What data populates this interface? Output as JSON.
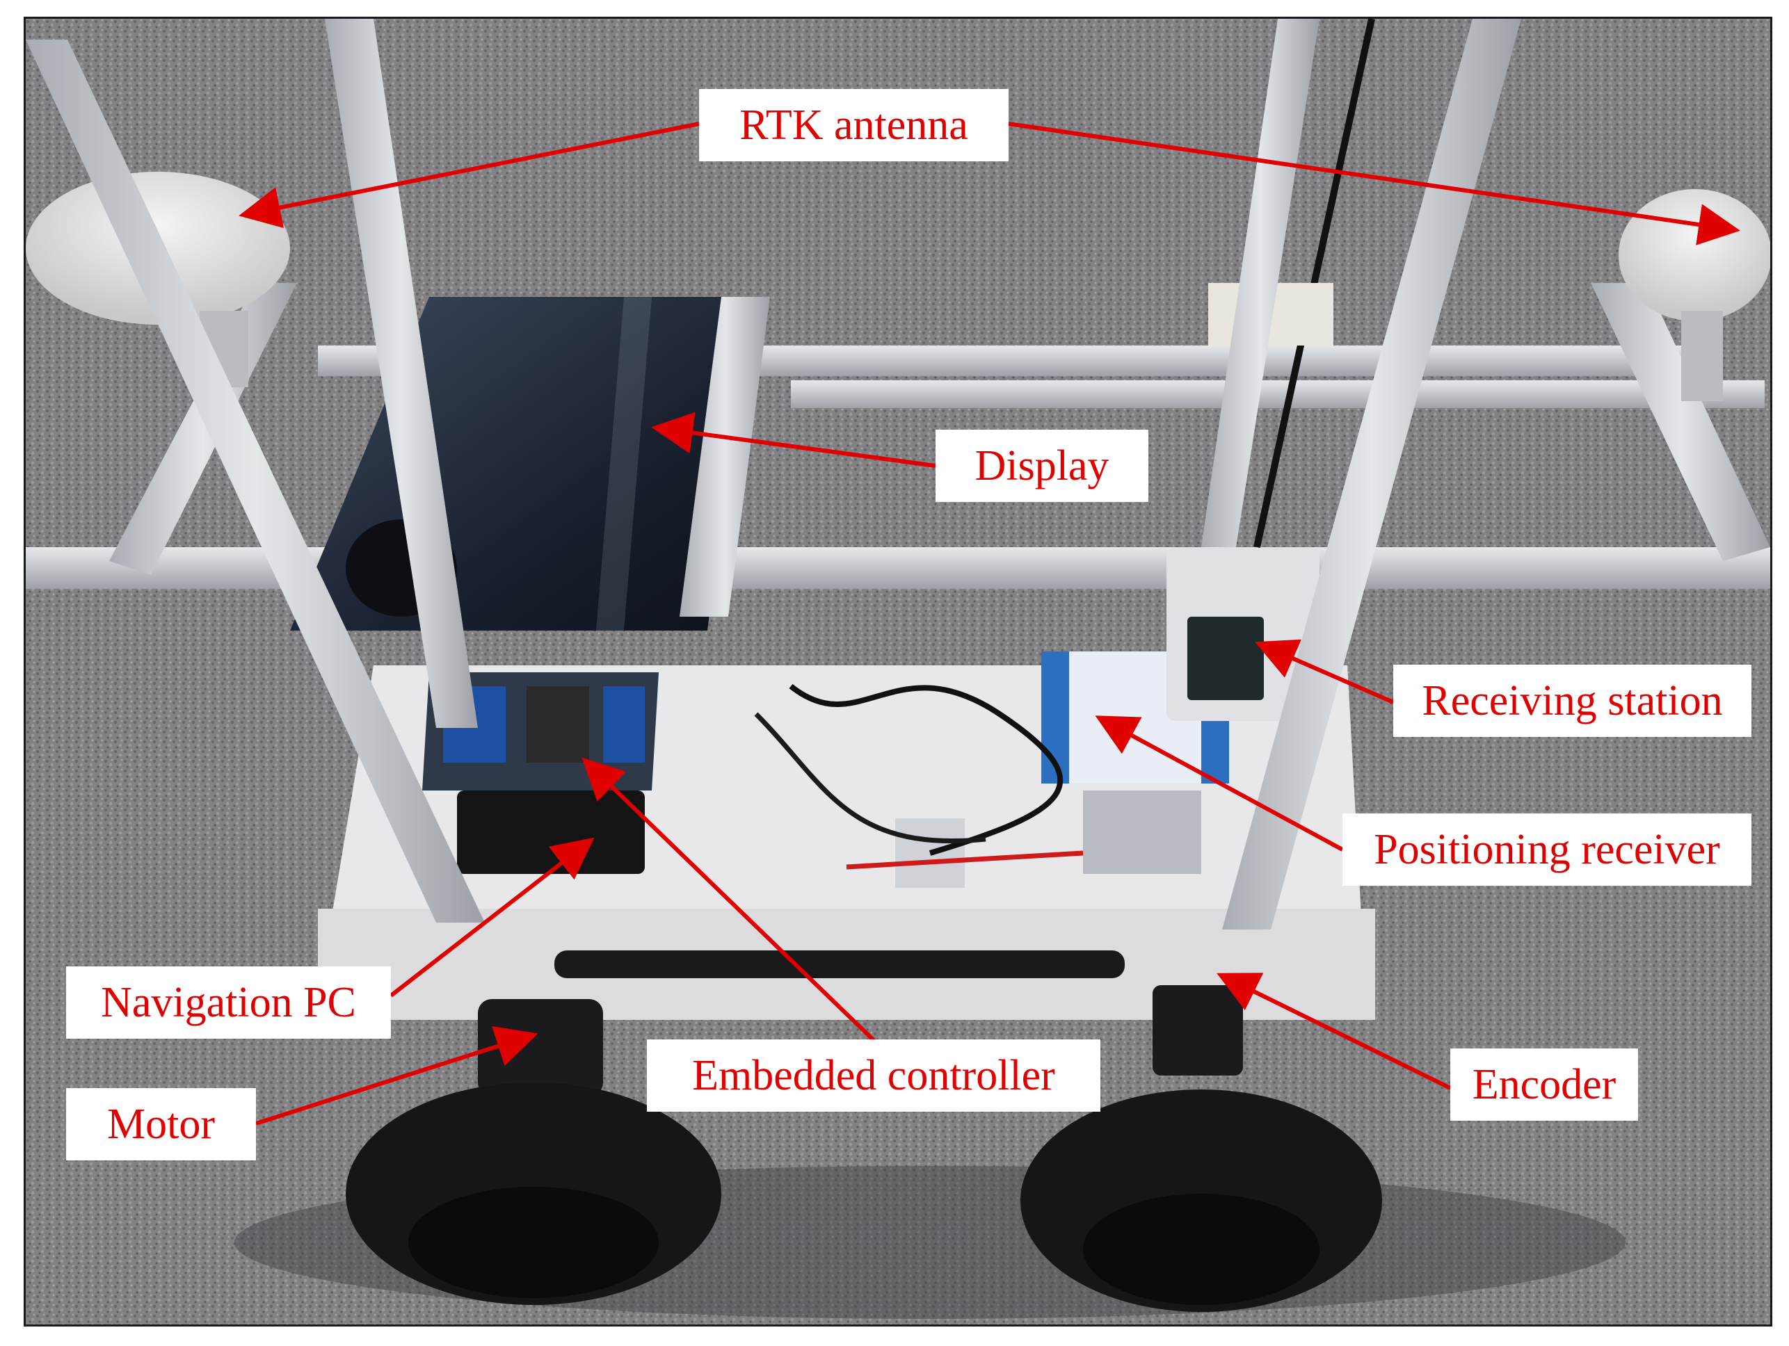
{
  "labels": {
    "rtk_antenna": "RTK antenna",
    "display": "Display",
    "receiving_station": "Receiving station",
    "positioning_receiver": "Positioning receiver",
    "navigation_pc": "Navigation PC",
    "embedded_controller": "Embedded controller",
    "encoder": "Encoder",
    "motor": "Motor"
  },
  "colors": {
    "label_text": "#e00000",
    "arrow": "#e00000",
    "ground": "#8a8a8c",
    "frame": "#c9ccd0"
  },
  "icons": {
    "display_panel": "display-icon",
    "antenna": "antenna-icon",
    "wheel": "wheel-icon"
  }
}
